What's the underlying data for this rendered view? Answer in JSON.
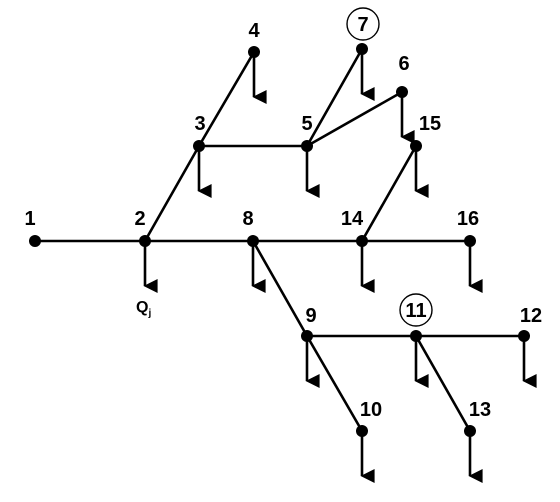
{
  "diagram": {
    "nodes": [
      {
        "id": "1",
        "label": "1",
        "load": false,
        "circled": false
      },
      {
        "id": "2",
        "label": "2",
        "load": true,
        "circled": false
      },
      {
        "id": "3",
        "label": "3",
        "load": true,
        "circled": false
      },
      {
        "id": "4",
        "label": "4",
        "load": true,
        "circled": false
      },
      {
        "id": "5",
        "label": "5",
        "load": true,
        "circled": false
      },
      {
        "id": "6",
        "label": "6",
        "load": true,
        "circled": false
      },
      {
        "id": "7",
        "label": "7",
        "load": true,
        "circled": true
      },
      {
        "id": "8",
        "label": "8",
        "load": true,
        "circled": false
      },
      {
        "id": "9",
        "label": "9",
        "load": true,
        "circled": false
      },
      {
        "id": "10",
        "label": "10",
        "load": true,
        "circled": false
      },
      {
        "id": "11",
        "label": "11",
        "load": true,
        "circled": true
      },
      {
        "id": "12",
        "label": "12",
        "load": true,
        "circled": false
      },
      {
        "id": "13",
        "label": "13",
        "load": true,
        "circled": false
      },
      {
        "id": "14",
        "label": "14",
        "load": true,
        "circled": false
      },
      {
        "id": "15",
        "label": "15",
        "load": true,
        "circled": false
      },
      {
        "id": "16",
        "label": "16",
        "load": true,
        "circled": false
      }
    ],
    "edges": [
      [
        "1",
        "2"
      ],
      [
        "2",
        "8"
      ],
      [
        "8",
        "14"
      ],
      [
        "14",
        "16"
      ],
      [
        "2",
        "3"
      ],
      [
        "3",
        "4"
      ],
      [
        "3",
        "5"
      ],
      [
        "5",
        "7"
      ],
      [
        "5",
        "6"
      ],
      [
        "14",
        "15"
      ],
      [
        "8",
        "9"
      ],
      [
        "9",
        "11"
      ],
      [
        "11",
        "12"
      ],
      [
        "9",
        "10"
      ],
      [
        "11",
        "13"
      ]
    ],
    "load_annotation": {
      "main": "Q",
      "subscript": "j"
    }
  }
}
